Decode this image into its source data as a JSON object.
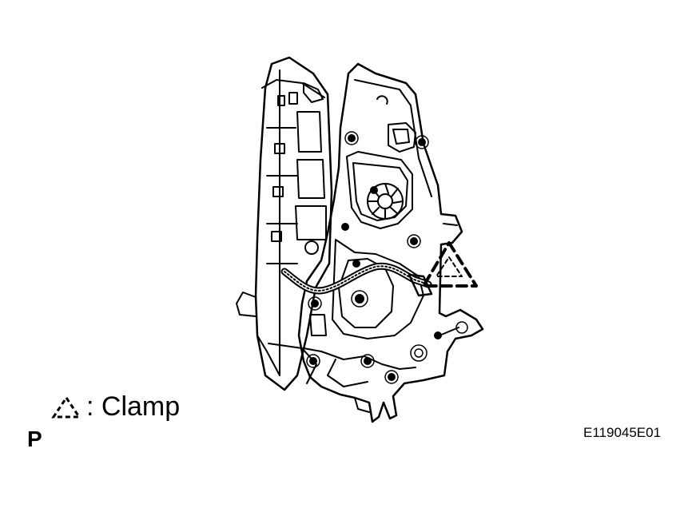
{
  "legend": {
    "symbol_icon": "dashed-triangle-icon",
    "label": ": Clamp"
  },
  "reference_letter": "P",
  "figure_id": "E119045E01"
}
